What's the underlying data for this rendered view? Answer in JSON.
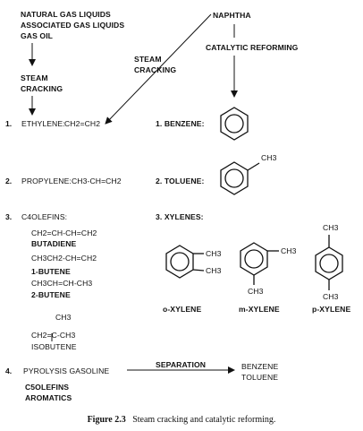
{
  "feeds": {
    "ngl": "NATURAL GAS LIQUIDS",
    "agl": "ASSOCIATED GAS LIQUIDS",
    "gasoil": "GAS OIL",
    "naphtha": "NAPHTHA"
  },
  "processes": {
    "steam_left_1": "STEAM",
    "steam_left_2": "CRACKING",
    "steam_mid_1": "STEAM",
    "steam_mid_2": "CRACKING",
    "cat_reform": "CATALYTIC REFORMING"
  },
  "left_products": {
    "n1": "1.",
    "ethylene_label": "ETHYLENE:",
    "ethylene_formula": "CH2=CH2",
    "n2": "2.",
    "propylene_label": "PROPYLENE:",
    "propylene_formula": "CH3-CH=CH2",
    "n3": "3.",
    "c4_label": "C4OLEFINS:",
    "c4_butadiene_formula": "CH2=CH-CH=CH2",
    "c4_butadiene": "BUTADIENE",
    "c4_1butene_formula": "CH3CH2-CH=CH2",
    "c4_1butene": "1-BUTENE",
    "c4_2butene_formula": "CH3CH=CH-CH3",
    "c4_2butene": "2-BUTENE",
    "isobutene_ch3": "CH3",
    "isobutene_formula": "CH2=C-CH3",
    "isobutene": "ISOBUTENE",
    "n4": "4.",
    "pyrolysis": "PYROLYSIS GASOLINE",
    "c5_olefins": "C5OLEFINS",
    "aromatics": "AROMATICS"
  },
  "right_products": {
    "n1": "1. BENZENE:",
    "n2": "2. TOLUENE:",
    "toluene_ch3": "CH3",
    "n3": "3. XYLENES:",
    "o_ch3_a": "CH3",
    "o_ch3_b": "CH3",
    "m_ch3_a": "CH3",
    "m_ch3_b": "CH3",
    "p_ch3_a": "CH3",
    "p_ch3_b": "CH3",
    "o_xylene": "o-XYLENE",
    "m_xylene": "m-XYLENE",
    "p_xylene": "p-XYLENE"
  },
  "separation": {
    "label": "SEPARATION",
    "benzene": "BENZENE",
    "toluene": "TOLUENE"
  },
  "caption": {
    "figure": "Figure 2.3",
    "text": "Steam cracking and catalytic reforming."
  }
}
